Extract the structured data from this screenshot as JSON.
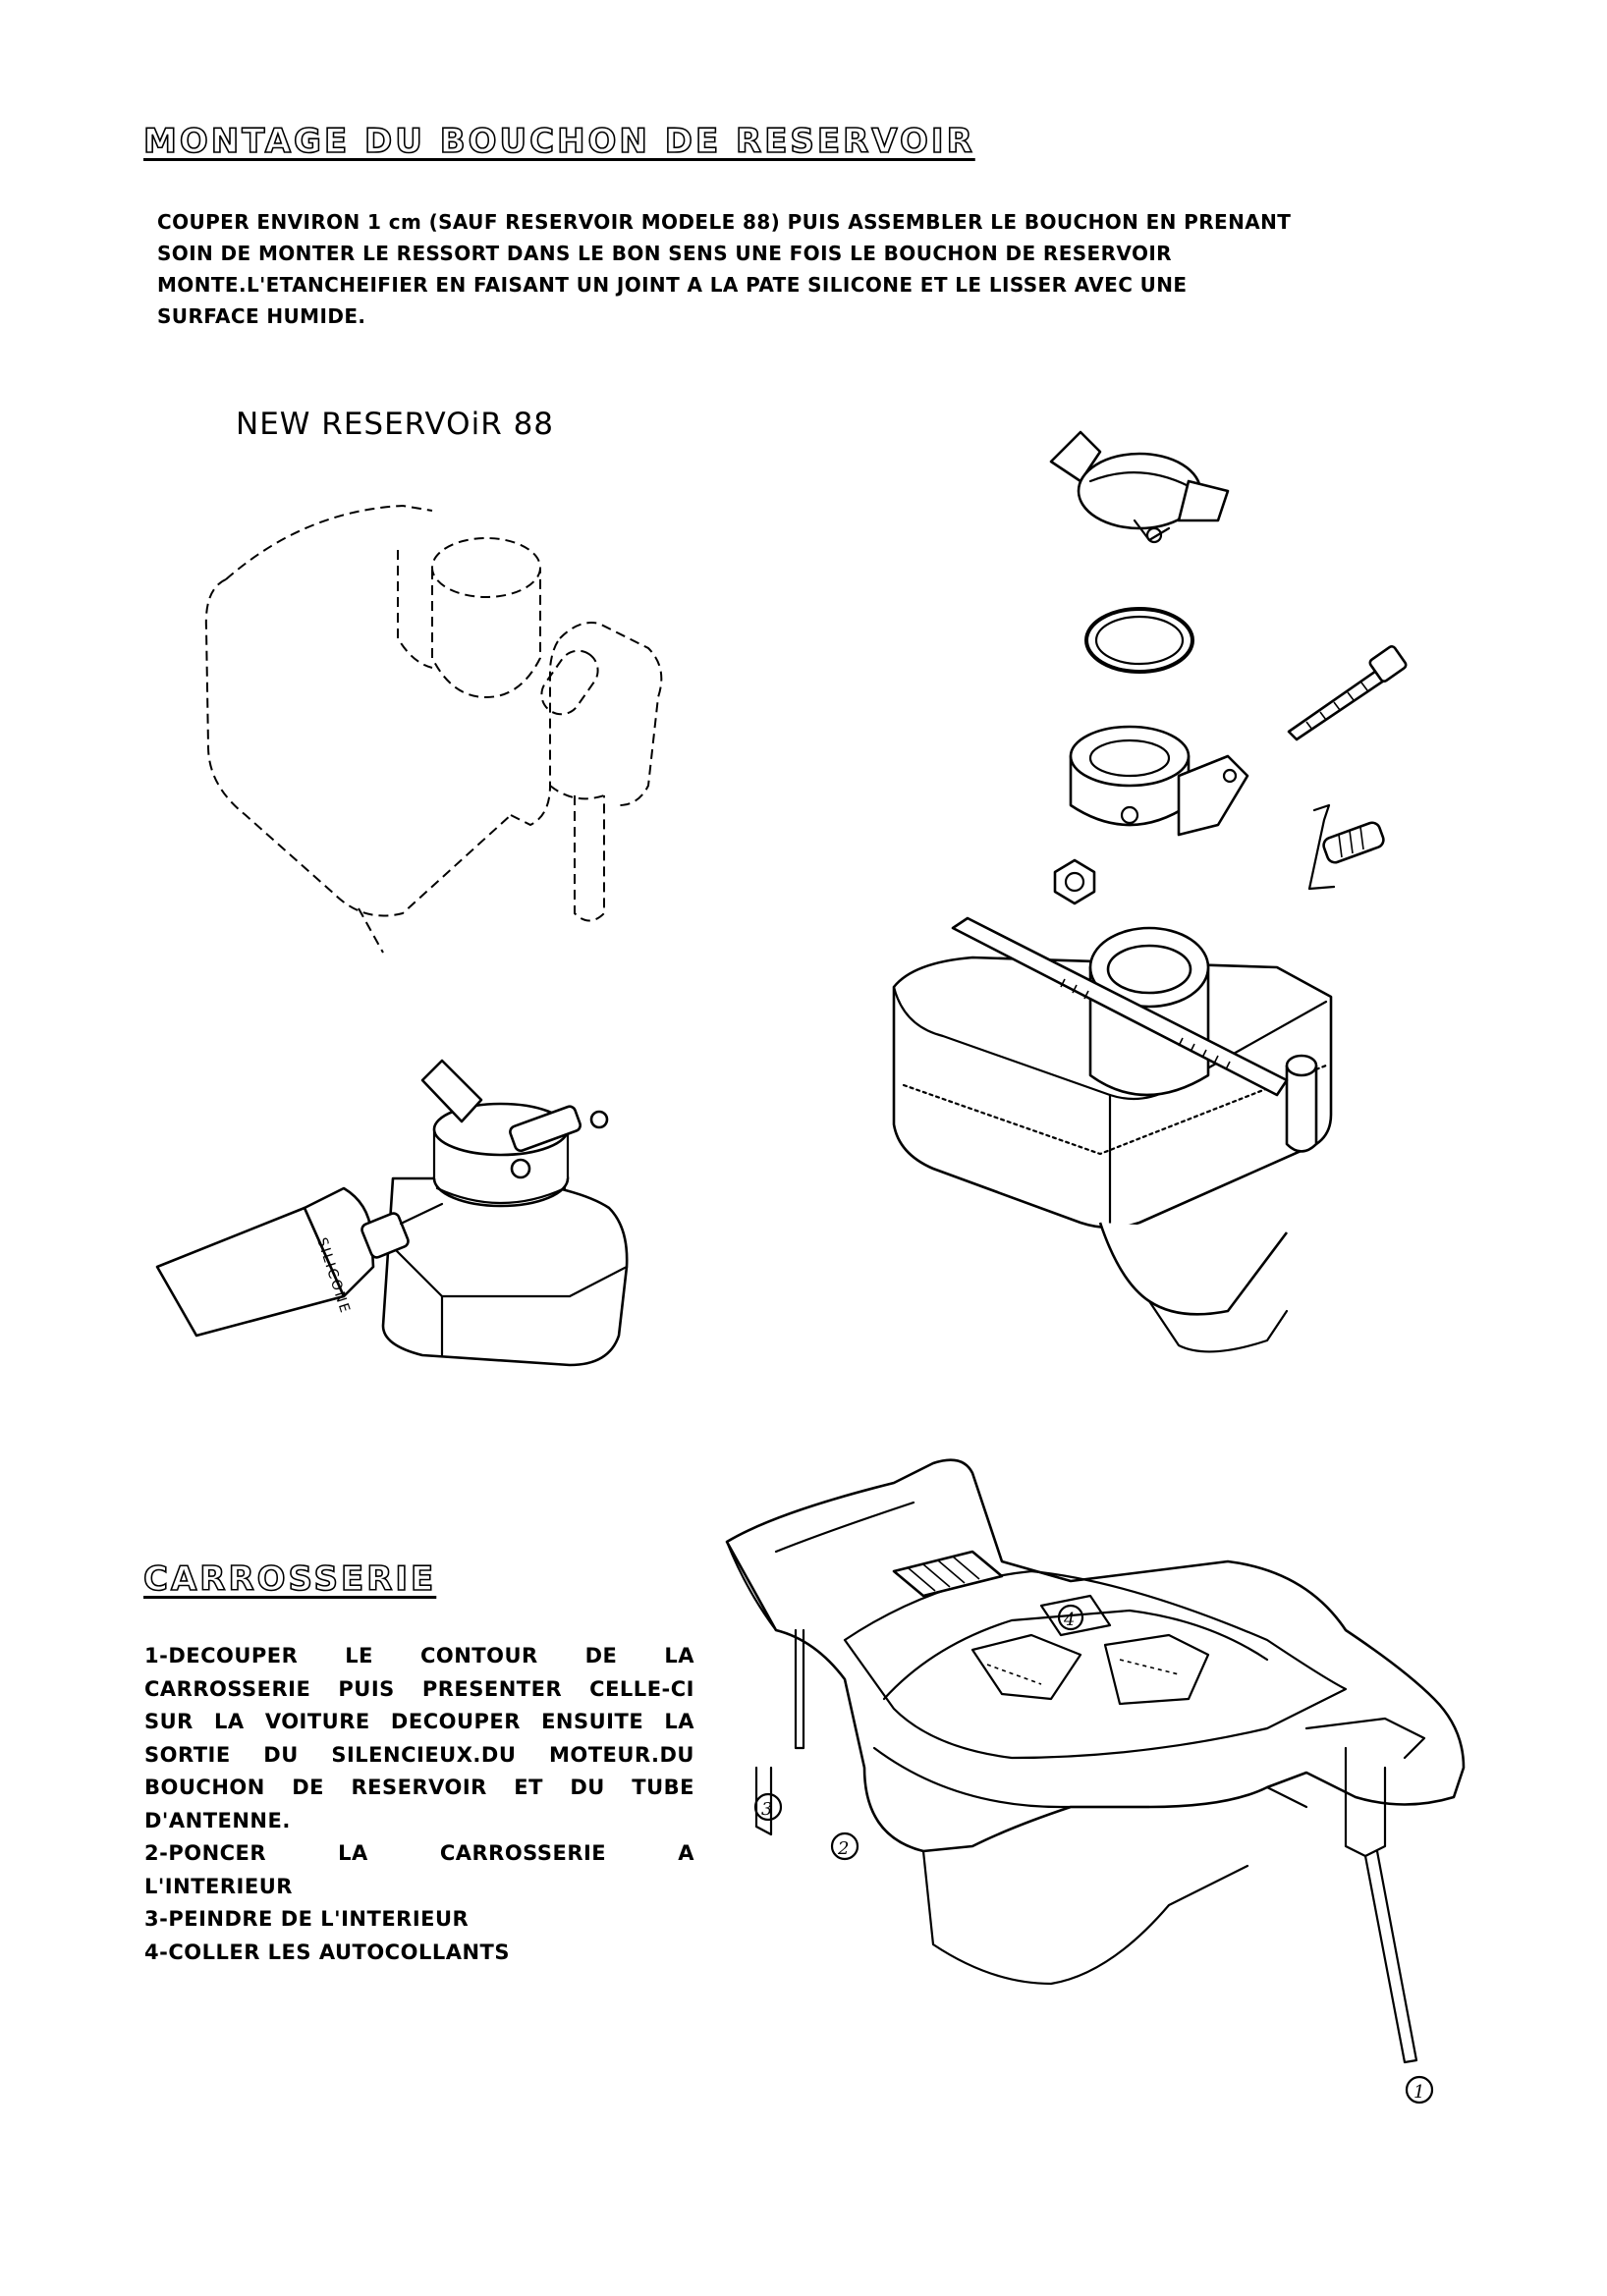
{
  "section1": {
    "title": "MONTAGE DU BOUCHON DE RESERVOIR",
    "intro_lines": [
      "COUPER ENVIRON 1 cm (SAUF RESERVOIR MODELE 88) PUIS ASSEMBLER LE BOUCHON EN PRENANT",
      "SOIN DE MONTER LE RESSORT DANS LE BON SENS UNE FOIS LE BOUCHON DE RESERVOIR",
      "MONTE.L'ETANCHEIFIER  EN FAISANT UN JOINT A LA PATE SILICONE ET LE LISSER AVEC UNE",
      "SURFACE HUMIDE."
    ],
    "caption": "NEW RESERVOiR 88",
    "tube_label": "SILICONE"
  },
  "section2": {
    "title": "CARROSSERIE",
    "step1_justified": [
      [
        "1-DECOUPER",
        "LE",
        "CONTOUR",
        "DE",
        "LA"
      ],
      [
        "CARROSSERIE",
        "PUIS",
        "PRESENTER",
        "CELLE-CI"
      ],
      [
        "SUR",
        "LA",
        "VOITURE",
        "DECOUPER",
        "ENSUITE",
        "LA"
      ],
      [
        "SORTIE",
        "DU",
        "SILENCIEUX.DU",
        "MOTEUR.DU"
      ],
      [
        "BOUCHON",
        "DE",
        "RESERVOIR",
        "ET",
        "DU",
        "TUBE"
      ]
    ],
    "step1_last": "D'ANTENNE.",
    "step2_justified": [
      "2-PONCER",
      "LA",
      "CARROSSERIE",
      "A"
    ],
    "step2_last": "L'INTERIEUR",
    "step3": "3-PEINDRE DE L'INTERIEUR",
    "step4": "4-COLLER LES AUTOCOLLANTS",
    "callouts": [
      "1",
      "2",
      "3",
      "4"
    ]
  }
}
